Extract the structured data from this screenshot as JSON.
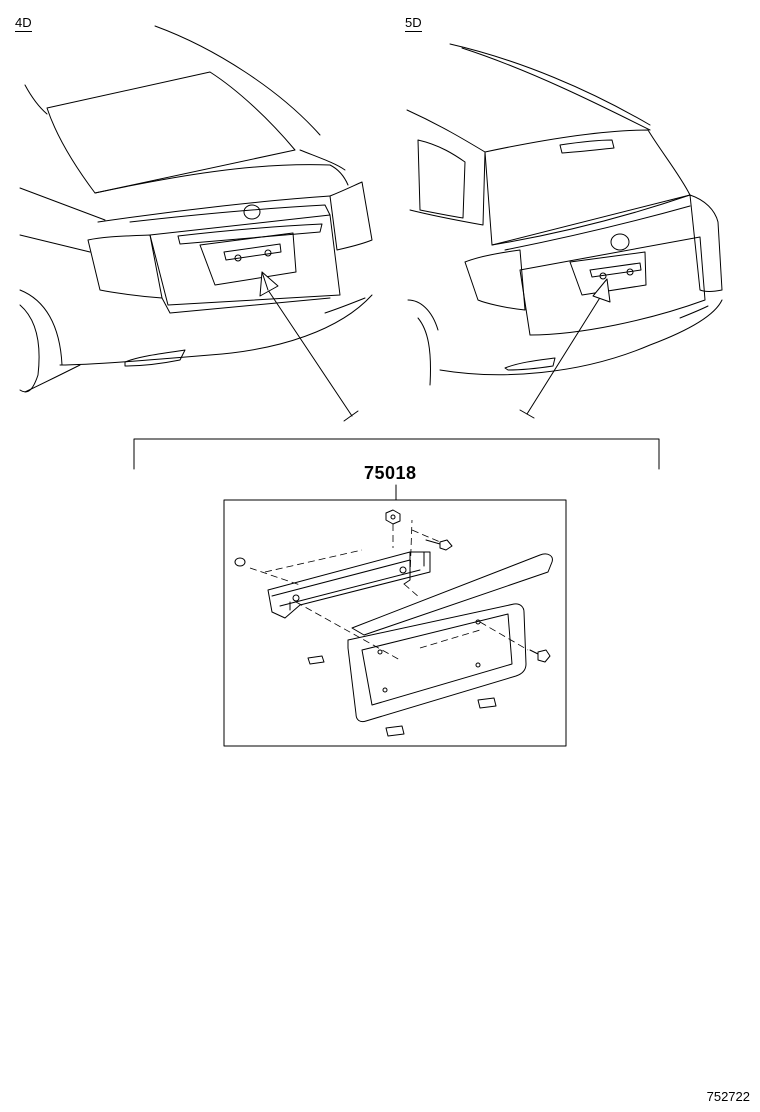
{
  "views": {
    "sedan_label": "4D",
    "wagon_label": "5D"
  },
  "part": {
    "number": "75018"
  },
  "illustration_id": "752722"
}
